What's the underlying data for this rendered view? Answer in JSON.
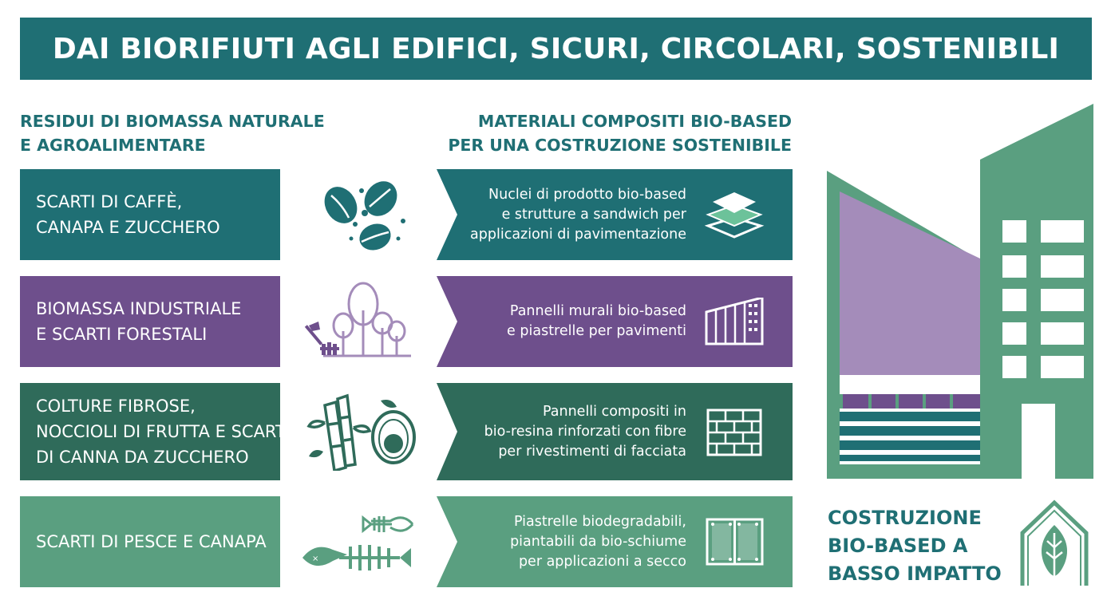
{
  "title": "DAI BIORIFIUTI AGLI EDIFICI, SICURI, CIRCOLARI, SOSTENIBILI",
  "left_heading": [
    "RESIDUI DI BIOMASSA NATURALE",
    "E AGROALIMENTARE"
  ],
  "right_heading": [
    "MATERIALI COMPOSITI BIO-BASED",
    "PER UNA COSTRUZIONE SOSTENIBILE"
  ],
  "colors": {
    "teal_dark": "#1f6f74",
    "purple": "#6e4f8c",
    "green_dark": "#2f6b5a",
    "green_light": "#5a9f80",
    "lavender": "#a48cba"
  },
  "rows": [
    {
      "label": [
        "SCARTI DI CAFFÈ,",
        "CANAPA E ZUCCHERO"
      ],
      "source_icon": "coffee-beans-icon",
      "description": [
        "Nuclei di prodotto bio-based",
        "e strutture a sandwich per",
        "applicazioni di pavimentazione"
      ],
      "material_icon": "layers-icon"
    },
    {
      "label": [
        "BIOMASSA INDUSTRIALE",
        "E SCARTI FORESTALI"
      ],
      "source_icon": "trees-axe-icon",
      "description": [
        "Pannelli murali bio-based",
        "e piastrelle per pavimenti"
      ],
      "material_icon": "wall-panel-icon"
    },
    {
      "label": [
        "COLTURE FIBROSE,",
        "NOCCIOLI DI FRUTTA E SCARTI",
        "DI CANNA DA ZUCCHERO"
      ],
      "source_icon": "bamboo-avocado-icon",
      "description": [
        "Pannelli compositi in",
        "bio-resina rinforzati con fibre",
        "per rivestimenti di facciata"
      ],
      "material_icon": "brick-icon"
    },
    {
      "label": [
        "SCARTI DI PESCE E CANAPA"
      ],
      "source_icon": "fish-bones-icon",
      "description": [
        "Piastrelle biodegradabili,",
        "piantabili da bio-schiume",
        "per applicazioni a secco"
      ],
      "material_icon": "tiles-icon"
    }
  ],
  "footer": [
    "COSTRUZIONE",
    "BIO-BASED A",
    "BASSO IMPATTO"
  ],
  "building_icon": "building-icon",
  "house_icon": "house-leaf-icon"
}
